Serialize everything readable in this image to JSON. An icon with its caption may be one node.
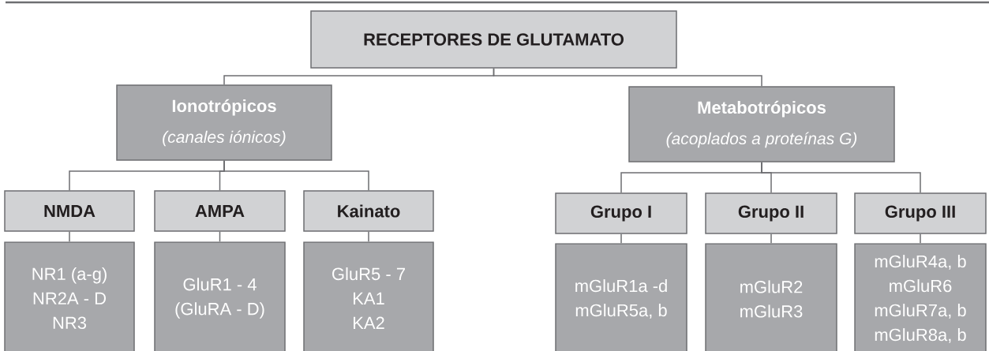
{
  "diagram": {
    "nodes": [
      {
        "text": [
          "RECEPTORES DE GLUTAMATO"
        ]
      },
      {
        "text": [
          "Ionotrópicos",
          "(canales iónicos)"
        ]
      },
      {
        "text": [
          "Metabotrópicos",
          "(acoplados a proteínas G)"
        ]
      },
      {
        "text": [
          "NMDA"
        ]
      },
      {
        "text": [
          "AMPA"
        ]
      },
      {
        "text": [
          "Kainato"
        ]
      },
      {
        "text": [
          "NR1 (a-g)",
          "NR2A - D",
          "NR3"
        ]
      },
      {
        "text": [
          "GluR1 - 4",
          "(GluRA - D)"
        ]
      },
      {
        "text": [
          "GluR5 - 7",
          "KA1",
          "KA2"
        ]
      },
      {
        "text": [
          "Grupo I"
        ]
      },
      {
        "text": [
          "Grupo II"
        ]
      },
      {
        "text": [
          "Grupo III"
        ]
      },
      {
        "text": [
          "mGluR1a -d",
          "mGluR5a, b"
        ]
      },
      {
        "text": [
          "mGluR2",
          "mGluR3"
        ]
      },
      {
        "text": [
          "mGluR4a, b",
          "mGluR6",
          "mGluR7a, b",
          "mGluR8a, b"
        ]
      }
    ],
    "edges": [
      {
        "from": 0,
        "to": 1,
        "arrow": "none"
      },
      {
        "from": 0,
        "to": 2,
        "arrow": "none"
      },
      {
        "from": 1,
        "to": 3,
        "arrow": "none"
      },
      {
        "from": 1,
        "to": 4,
        "arrow": "none"
      },
      {
        "from": 1,
        "to": 5,
        "arrow": "none"
      },
      {
        "from": 3,
        "to": 6,
        "arrow": "none"
      },
      {
        "from": 4,
        "to": 7,
        "arrow": "none"
      },
      {
        "from": 5,
        "to": 8,
        "arrow": "none"
      },
      {
        "from": 2,
        "to": 9,
        "arrow": "none"
      },
      {
        "from": 2,
        "to": 10,
        "arrow": "none"
      },
      {
        "from": 2,
        "to": 11,
        "arrow": "none"
      },
      {
        "from": 9,
        "to": 12,
        "arrow": "none"
      },
      {
        "from": 10,
        "to": 13,
        "arrow": "none"
      },
      {
        "from": 11,
        "to": 14,
        "arrow": "none"
      }
    ]
  }
}
